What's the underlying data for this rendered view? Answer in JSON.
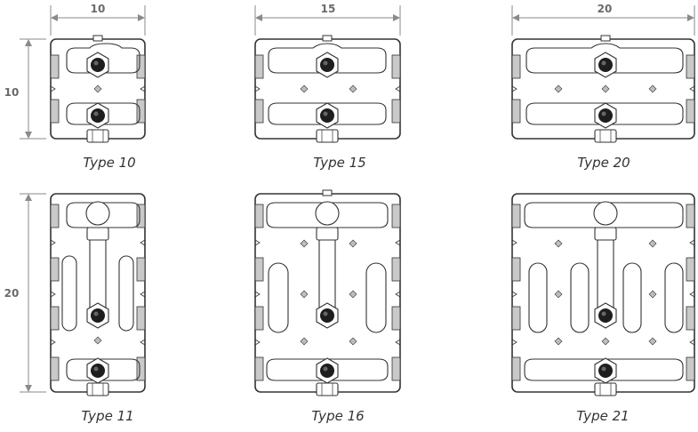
{
  "colors": {
    "stroke": "#333333",
    "dim_line": "#8a8a8a",
    "side_tab": "#c9c9c9",
    "diamond": "#bdbdbd",
    "nut_dark": "#1e1e1e"
  },
  "dimensions": {
    "width_10": "10",
    "width_15": "15",
    "width_20": "20",
    "height_10": "10",
    "height_20": "20"
  },
  "captions": {
    "type_10": "Type 10",
    "type_15": "Type 15",
    "type_20": "Type 20",
    "type_11": "Type 11",
    "type_16": "Type 16",
    "type_21": "Type 21"
  }
}
